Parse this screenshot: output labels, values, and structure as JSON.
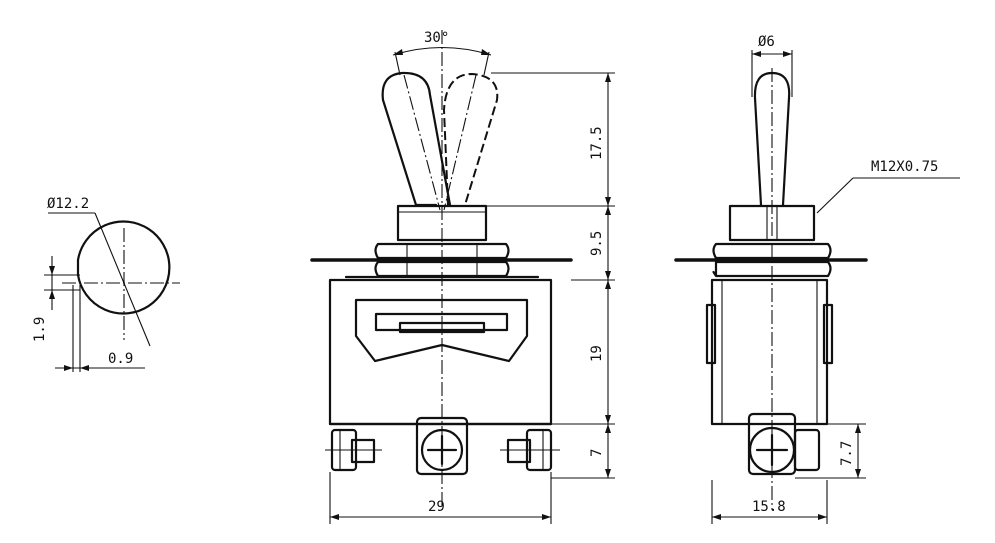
{
  "diagram": {
    "pin_view": {
      "diameter_label": "Ø12.2",
      "flat_height_label": "1.9",
      "flat_depth_label": "0.9"
    },
    "front_view": {
      "angle_label": "30°",
      "lever_height_label": "17.5",
      "bushing_height_label": "9.5",
      "body_height_label": "19",
      "terminal_height_label": "7",
      "width_label": "29"
    },
    "side_view": {
      "lever_diameter_label": "Ø6",
      "thread_label": "M12X0.75",
      "terminal_height_label": "7.7",
      "width_label": "15.8"
    }
  }
}
